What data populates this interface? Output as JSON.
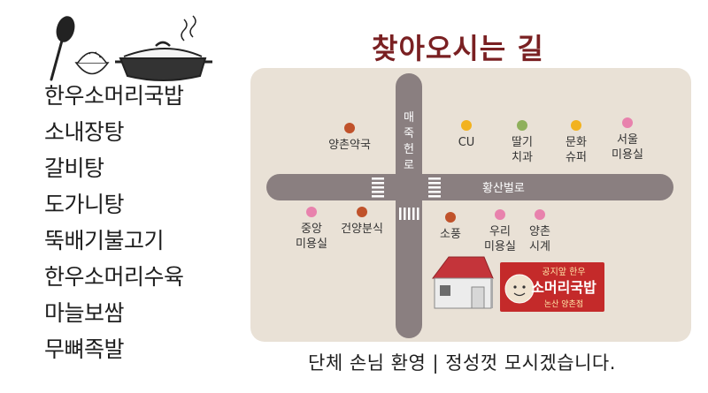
{
  "menu": {
    "items": [
      "한우소머리국밥",
      "소내장탕",
      "갈비탕",
      "도가니탕",
      "뚝배기불고기",
      "한우소머리수육",
      "마늘보쌈",
      "무뼈족발"
    ]
  },
  "map": {
    "title": "찾아오시는 길",
    "vertical_road": "매죽헌로",
    "horizontal_road": "황산벌로",
    "places": [
      {
        "id": "yangchon-pharmacy",
        "lines": [
          "양촌약국"
        ],
        "color": "#c0522b"
      },
      {
        "id": "cu",
        "lines": [
          "CU"
        ],
        "color": "#f2b21f"
      },
      {
        "id": "ttalgi-dental",
        "lines": [
          "딸기",
          "치과"
        ],
        "color": "#8fb05c"
      },
      {
        "id": "munhwa-super",
        "lines": [
          "문화",
          "슈퍼"
        ],
        "color": "#f2b21f"
      },
      {
        "id": "seoul-salon",
        "lines": [
          "서울",
          "미용실"
        ],
        "color": "#e882ad"
      },
      {
        "id": "jungang-salon",
        "lines": [
          "중앙",
          "미용실"
        ],
        "color": "#e882ad"
      },
      {
        "id": "geonyang-snack",
        "lines": [
          "건양분식"
        ],
        "color": "#c0522b"
      },
      {
        "id": "sopung",
        "lines": [
          "소풍"
        ],
        "color": "#c0522b"
      },
      {
        "id": "uri-salon",
        "lines": [
          "우리",
          "미용실"
        ],
        "color": "#e882ad"
      },
      {
        "id": "yangchon-clock",
        "lines": [
          "양촌",
          "시계"
        ],
        "color": "#e882ad"
      }
    ],
    "restaurant_sign": {
      "top": "공지앞 한우",
      "name": "소머리국밥",
      "branch": "논산 양촌점"
    }
  },
  "footer": {
    "text": "단체 손님 환영  |  정성껏 모시겠습니다."
  },
  "colors": {
    "map_bg": "#e9e1d6",
    "road": "#8a7f80",
    "title": "#7a2022",
    "sign_red": "#c42a2a",
    "roof": "#c4343a"
  }
}
